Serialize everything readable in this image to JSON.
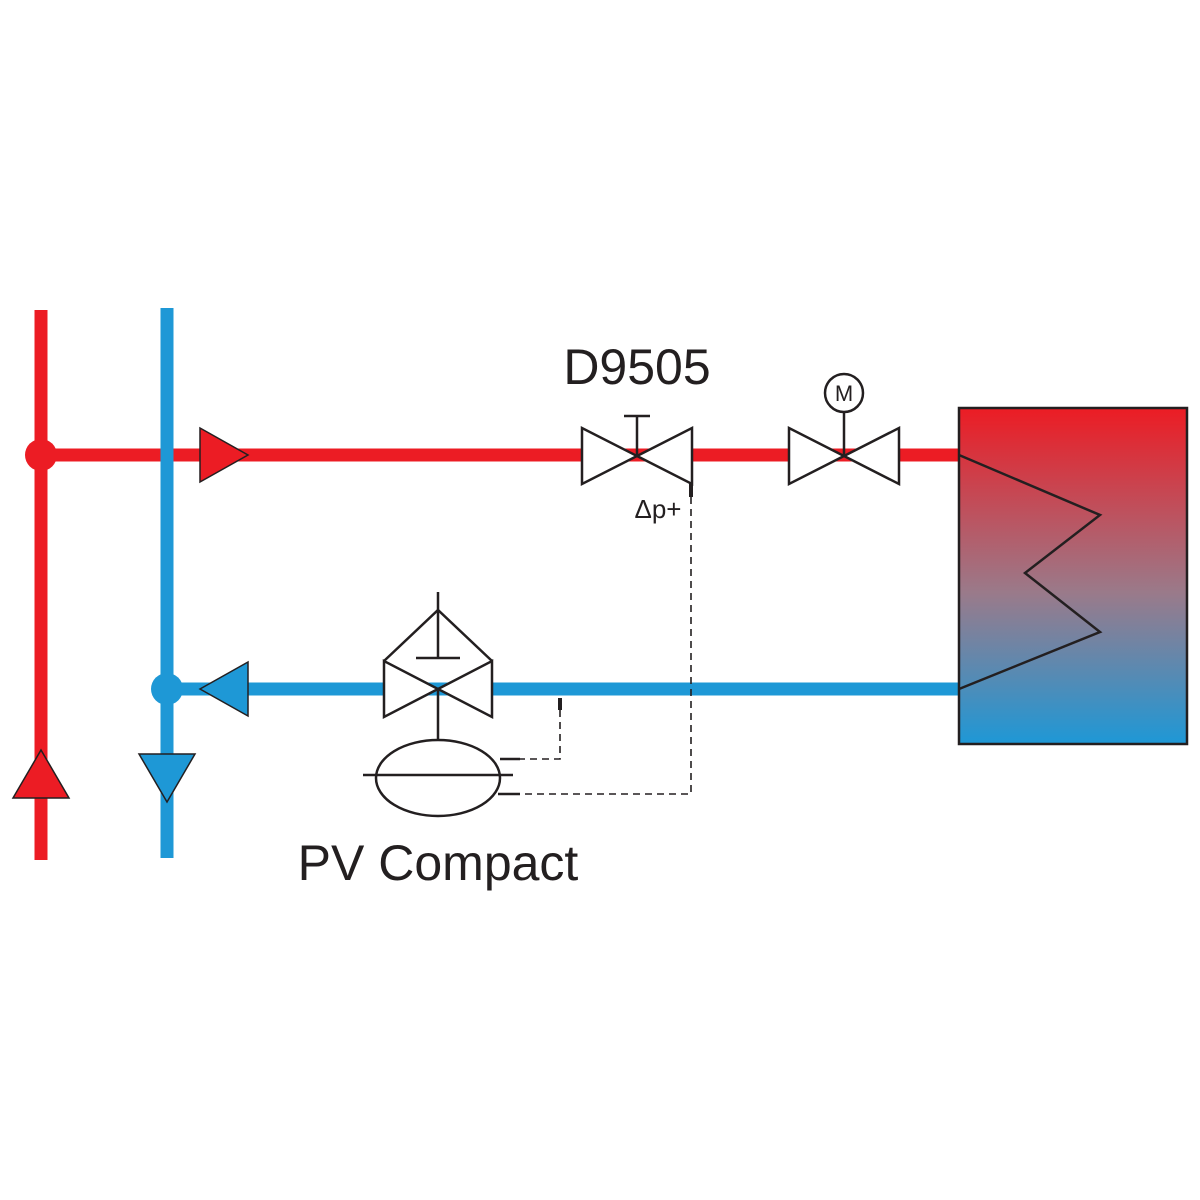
{
  "labels": {
    "balancing_valve": "D9505",
    "controller": "PV Compact",
    "pressure_port": "Δp+",
    "motor": "M"
  },
  "colors": {
    "supply": "#ec1c24",
    "return": "#1e98d6",
    "outline": "#231f20",
    "background": "#ffffff"
  },
  "icons": {
    "supply_flow": "triangle-arrow",
    "return_flow": "triangle-arrow",
    "balancing_valve": "manual-valve-icon",
    "motorized_valve": "motor-valve-icon",
    "differential_pressure_controller": "diaphragm-valve-icon",
    "heat_exchanger": "coil-tank-icon"
  }
}
